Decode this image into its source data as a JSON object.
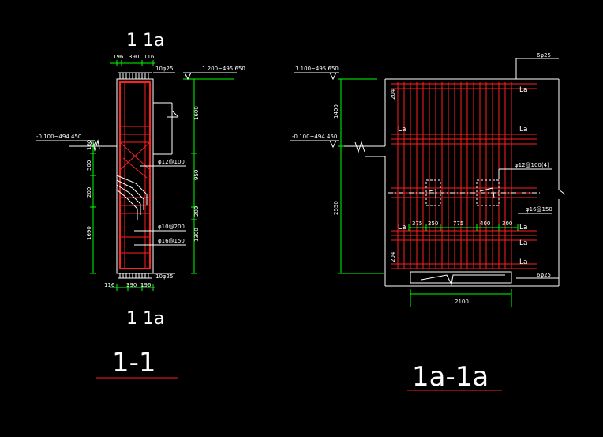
{
  "section_1_1": {
    "cut_label_top": "1 1a",
    "cut_label_bottom": "1 1a",
    "title": "1-1",
    "dims_top": [
      "196",
      "390",
      "116"
    ],
    "dims_bottom": [
      "116",
      "390",
      "196"
    ],
    "bar_top": "10φ25",
    "bar_bottom": "10φ25",
    "elev_right": "1.200~495.650",
    "elev_left": "-0.100~494.450",
    "dim_right_1": "1600",
    "dim_right_2": "950",
    "dim_right_3": "200",
    "dim_right_4": "1300",
    "dim_left_1": "160",
    "dim_left_2": "500",
    "dim_left_3": "200",
    "dim_left_4": "1690",
    "label_stirrup": "φ12@100",
    "label_mid_1": "φ10@200",
    "label_mid_2": "φ16@150"
  },
  "section_1a_1a": {
    "title": "1a-1a",
    "elev_top": "1.100~495.650",
    "elev_mid": "-0.100~494.450",
    "dim_left_1": "1400",
    "dim_left_2": "2550",
    "bar_top_right": "6φ25",
    "bar_bottom_right": "6φ25",
    "la_tl": "204",
    "la_bl": "204",
    "la_labels": [
      "La",
      "La",
      "La",
      "La",
      "La",
      "La",
      "La"
    ],
    "label_stirrup": "φ12@100(4)",
    "label_horiz": "φ16@150",
    "dims_mid": [
      "375",
      "250",
      "775",
      "400",
      "300"
    ],
    "dim_bottom": "2100"
  }
}
